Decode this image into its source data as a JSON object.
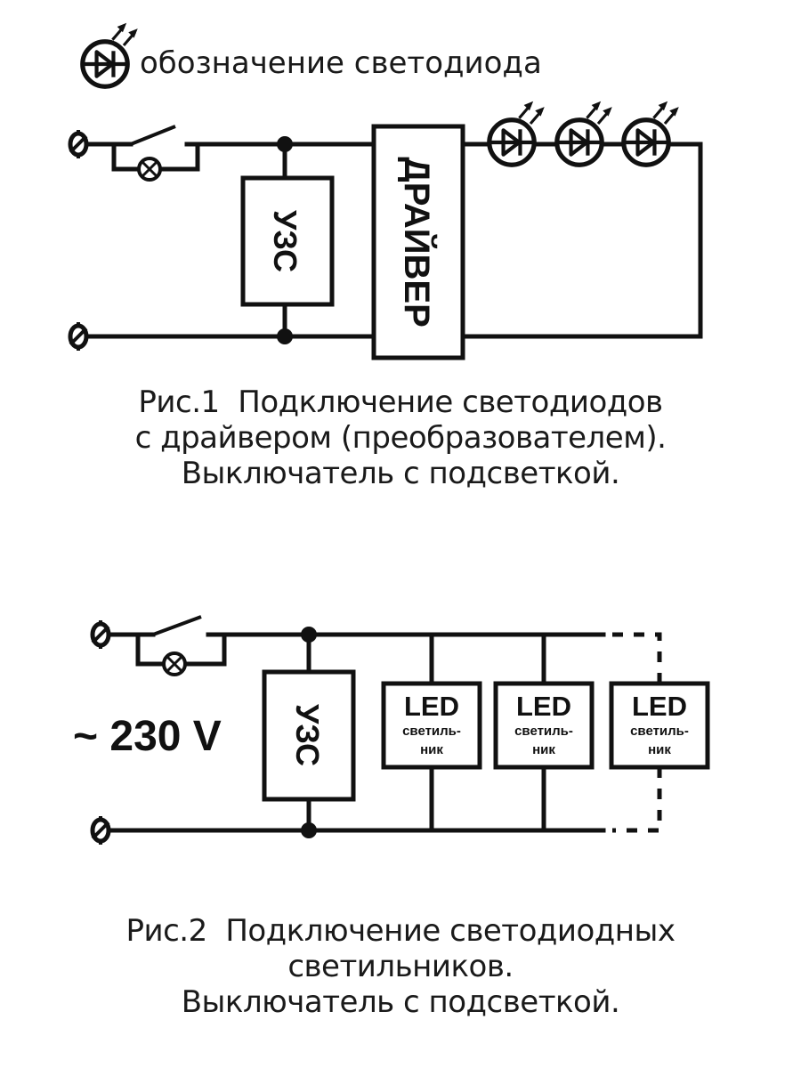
{
  "legend": {
    "icon": "led-symbol-icon",
    "text": "обозначение светодиода"
  },
  "figure1": {
    "components": {
      "rcd_label": "УЗС",
      "driver_label": "ДРАЙВЕР",
      "led_count": 3,
      "switch": "switch-with-indicator-lamp"
    },
    "caption": {
      "line1": "Рис.1  Подключение светодиодов",
      "line2": "с драйвером (преобразователем).",
      "line3": "Выключатель с подсветкой."
    }
  },
  "figure2": {
    "voltage_label": "~ 230 V",
    "components": {
      "rcd_label": "УЗС",
      "luminaires": [
        {
          "title": "LED",
          "sub1": "светиль-",
          "sub2": "ник"
        },
        {
          "title": "LED",
          "sub1": "светиль-",
          "sub2": "ник"
        },
        {
          "title": "LED",
          "sub1": "светиль-",
          "sub2": "ник"
        }
      ]
    },
    "caption": {
      "line1": "Рис.2  Подключение светодиодных",
      "line2": "светильников.",
      "line3": "Выключатель с подсветкой."
    }
  }
}
